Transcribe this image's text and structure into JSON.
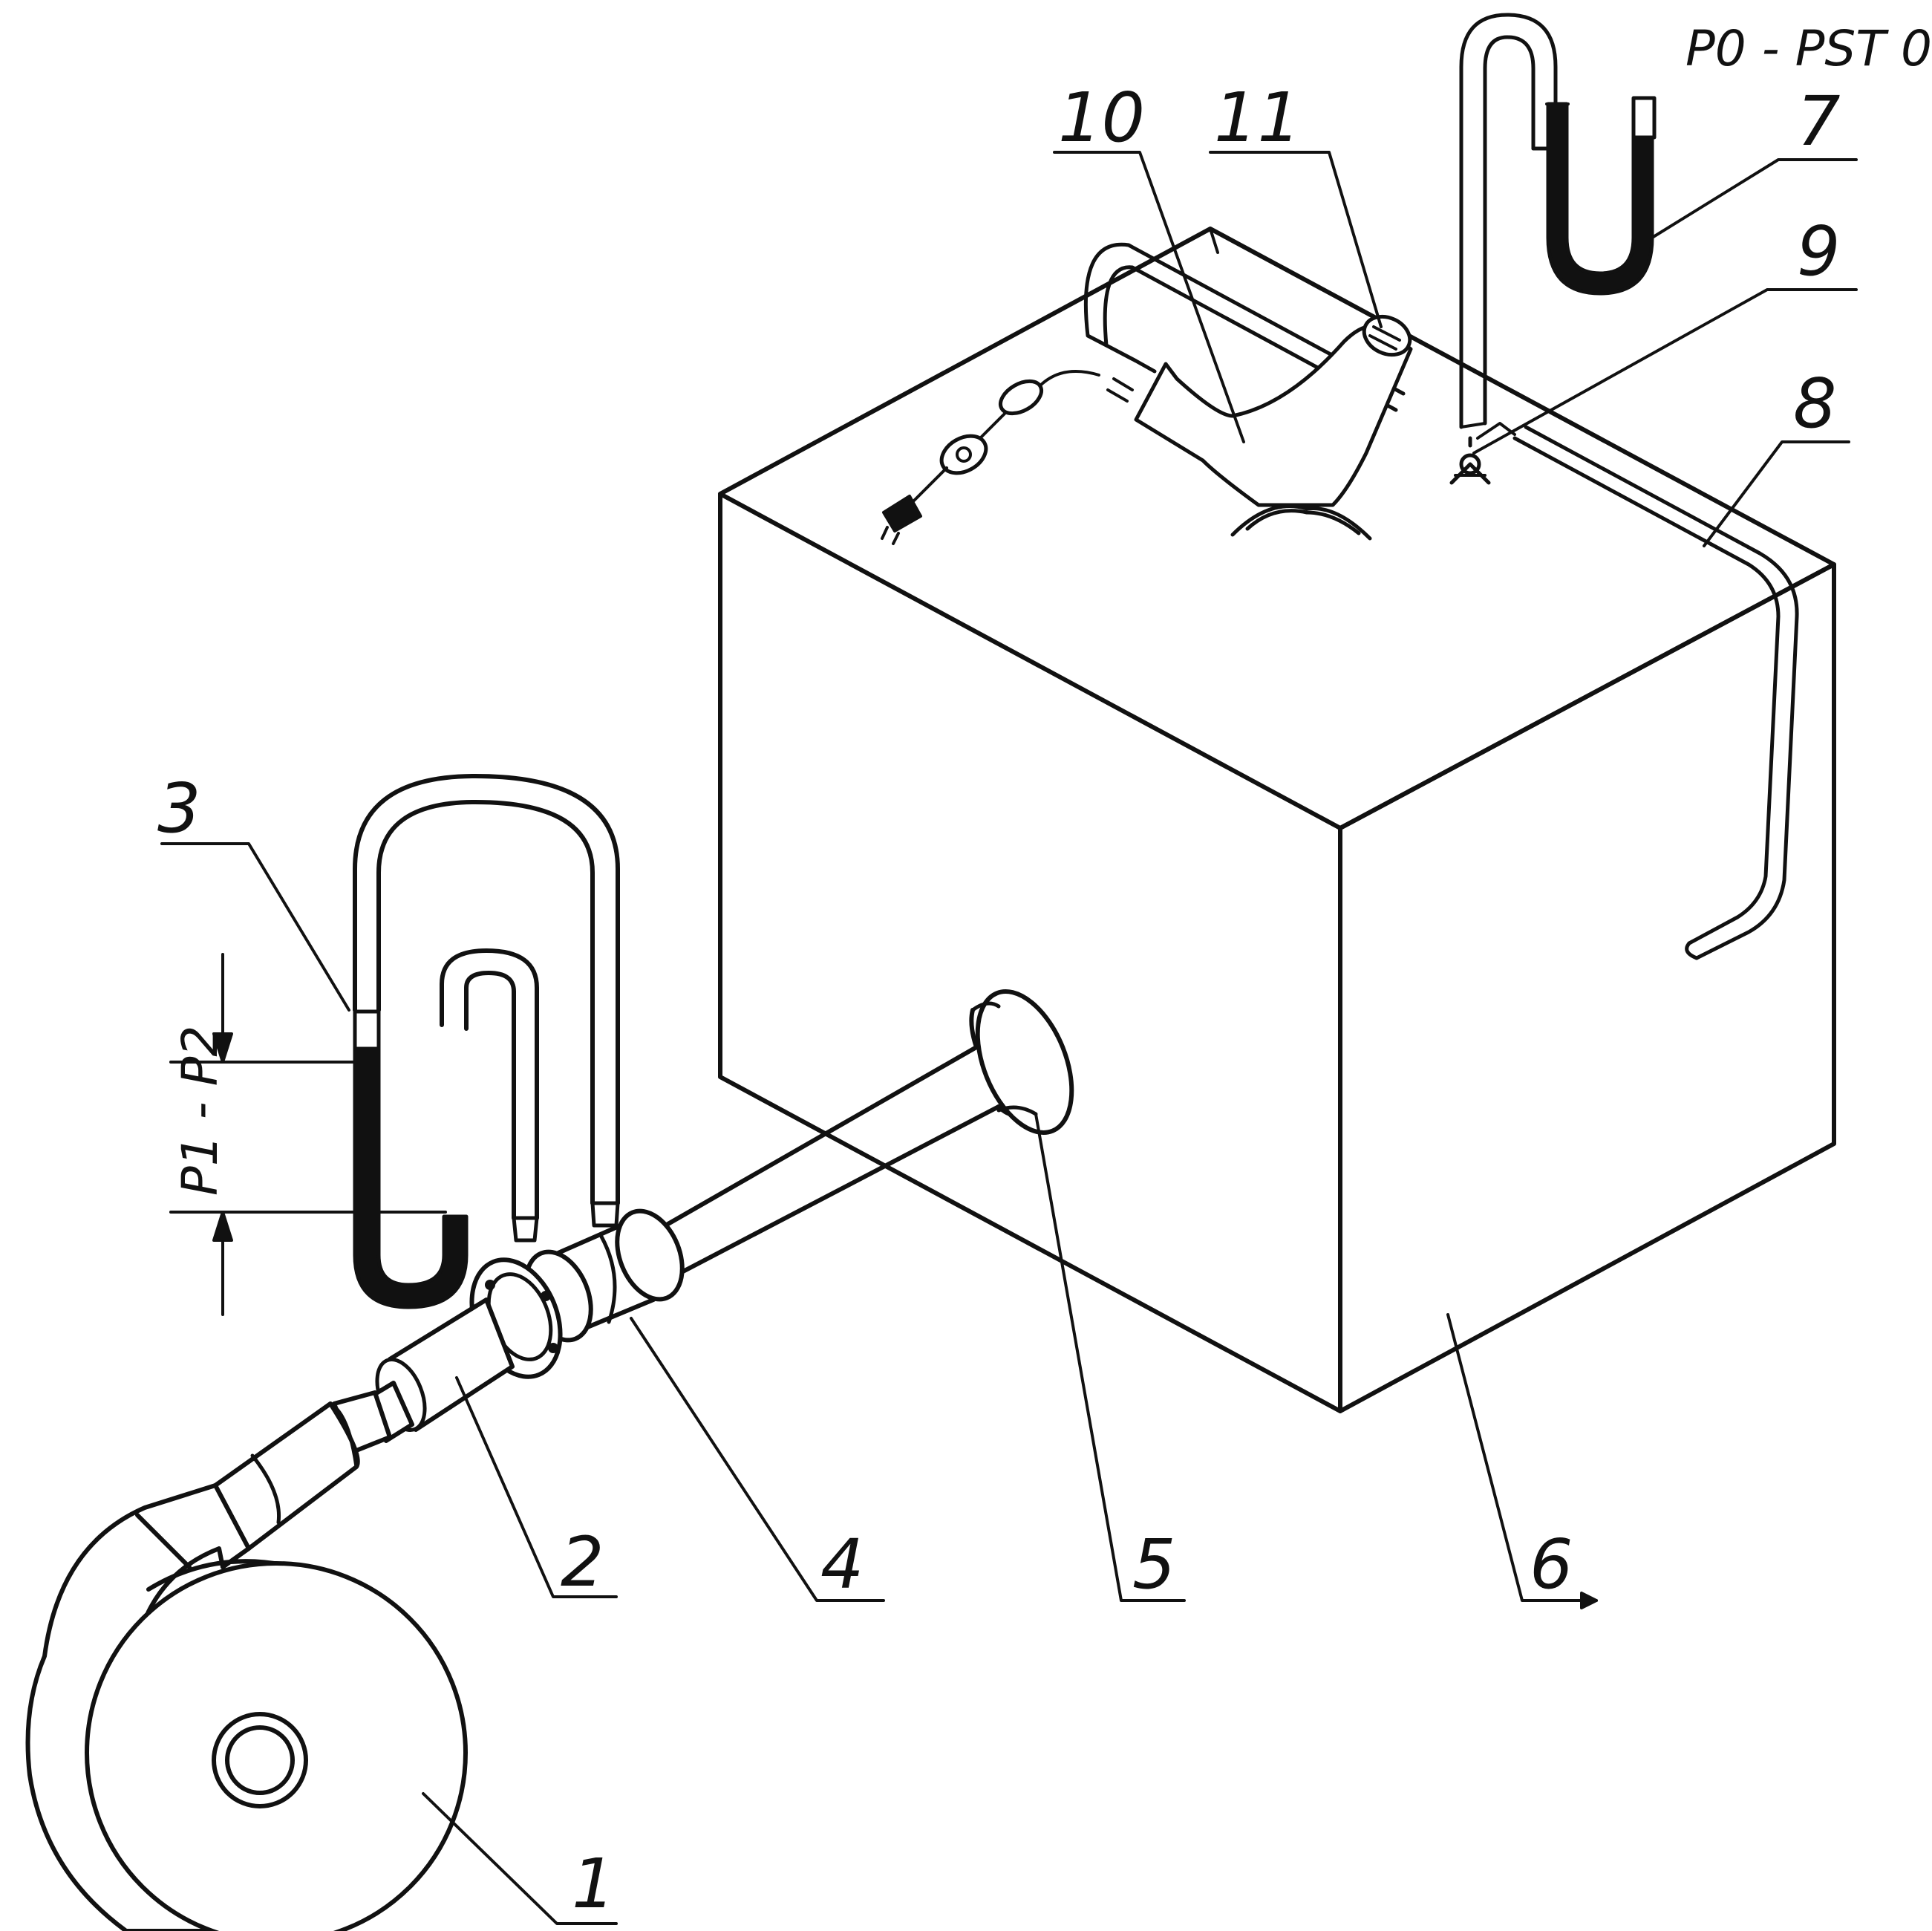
{
  "figure": {
    "labels": {
      "l1": "1",
      "l2": "2",
      "l3": "3",
      "l4": "4",
      "l5": "5",
      "l6": "6",
      "l7": "7",
      "l8": "8",
      "l9": "9",
      "l10": "10",
      "l11": "11"
    },
    "annotations": {
      "p0_pst": "P0 - PST",
      "p1_p2": "P1 - P2",
      "zero": "0"
    },
    "colors": {
      "ink": "#111111",
      "background": "#ffffff"
    }
  }
}
